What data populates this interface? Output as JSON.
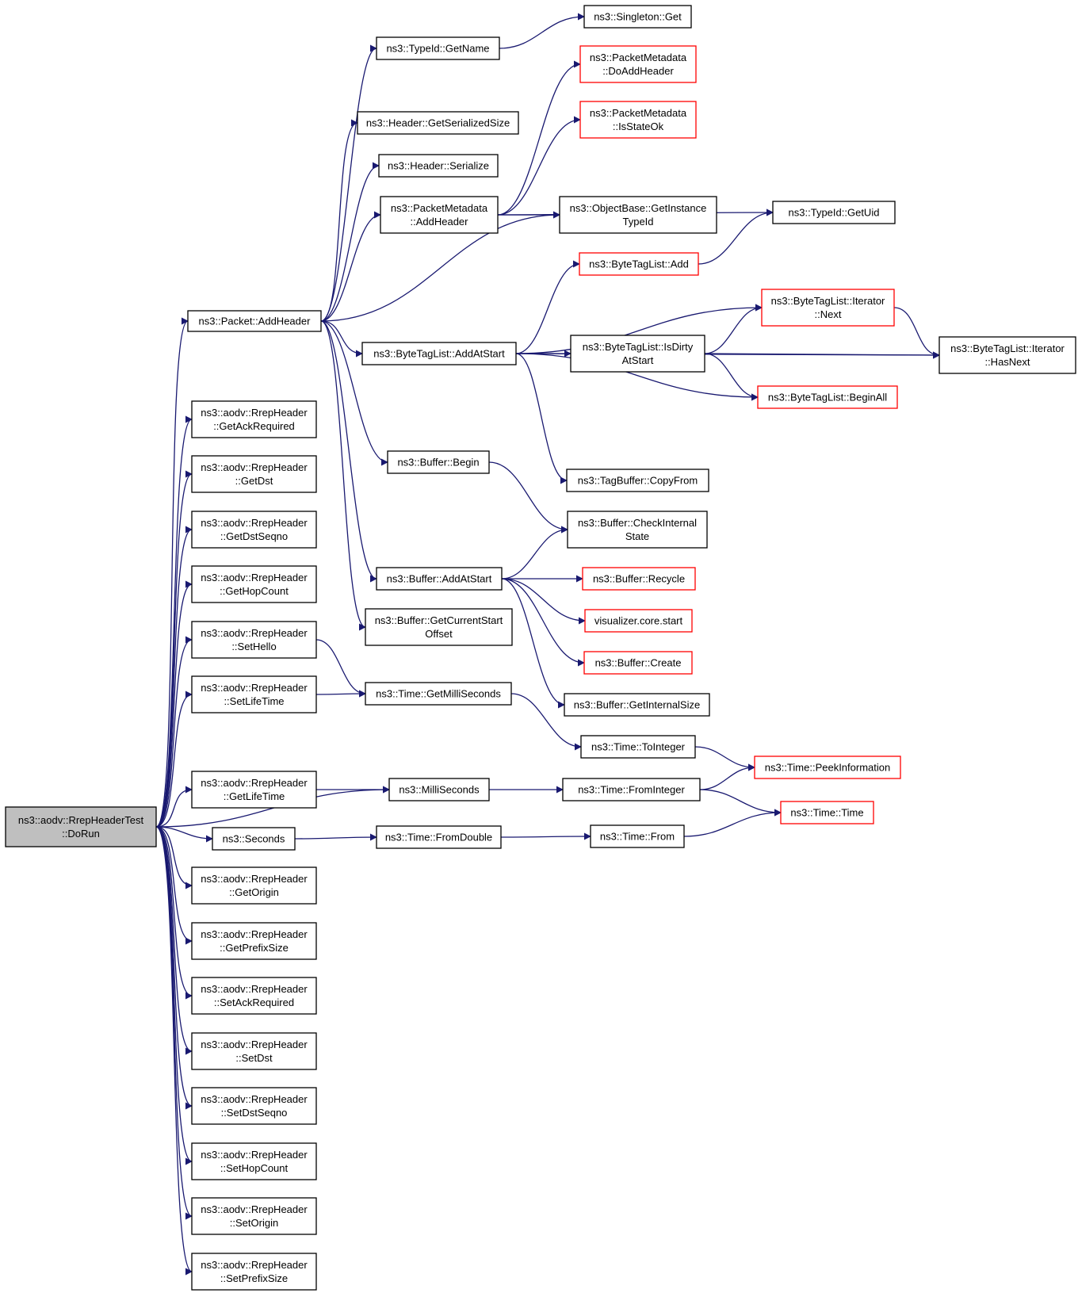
{
  "colors": {
    "edge": "#191970",
    "border_normal": "#000000",
    "border_truncated": "#ff0000",
    "fill_normal": "#ffffff",
    "fill_root": "#bfbfbf"
  },
  "nodes": [
    {
      "id": "root",
      "lines": [
        "ns3::aodv::RrepHeaderTest",
        "::DoRun"
      ],
      "style": "root"
    },
    {
      "id": "packet_addheader",
      "lines": [
        "ns3::Packet::AddHeader"
      ],
      "style": "normal"
    },
    {
      "id": "typeid_getname",
      "lines": [
        "ns3::TypeId::GetName"
      ],
      "style": "normal"
    },
    {
      "id": "singleton_get",
      "lines": [
        "ns3::Singleton::Get"
      ],
      "style": "normal"
    },
    {
      "id": "pm_doaddheader",
      "lines": [
        "ns3::PacketMetadata",
        "::DoAddHeader"
      ],
      "style": "truncated"
    },
    {
      "id": "pm_isstateok",
      "lines": [
        "ns3::PacketMetadata",
        "::IsStateOk"
      ],
      "style": "truncated"
    },
    {
      "id": "header_getsize",
      "lines": [
        "ns3::Header::GetSerializedSize"
      ],
      "style": "normal"
    },
    {
      "id": "header_serialize",
      "lines": [
        "ns3::Header::Serialize"
      ],
      "style": "normal"
    },
    {
      "id": "pm_addheader",
      "lines": [
        "ns3::PacketMetadata",
        "::AddHeader"
      ],
      "style": "normal"
    },
    {
      "id": "objectbase_getinst",
      "lines": [
        "ns3::ObjectBase::GetInstance",
        "TypeId"
      ],
      "style": "normal"
    },
    {
      "id": "typeid_getuid",
      "lines": [
        "ns3::TypeId::GetUid"
      ],
      "style": "normal"
    },
    {
      "id": "btl_add",
      "lines": [
        "ns3::ByteTagList::Add"
      ],
      "style": "truncated"
    },
    {
      "id": "btl_iter_next",
      "lines": [
        "ns3::ByteTagList::Iterator",
        "::Next"
      ],
      "style": "truncated"
    },
    {
      "id": "btl_addatstart",
      "lines": [
        "ns3::ByteTagList::AddAtStart"
      ],
      "style": "normal"
    },
    {
      "id": "btl_isdirty",
      "lines": [
        "ns3::ByteTagList::IsDirty",
        "AtStart"
      ],
      "style": "normal"
    },
    {
      "id": "btl_iter_hasnext",
      "lines": [
        "ns3::ByteTagList::Iterator",
        "::HasNext"
      ],
      "style": "normal"
    },
    {
      "id": "btl_beginall",
      "lines": [
        "ns3::ByteTagList::BeginAll"
      ],
      "style": "truncated"
    },
    {
      "id": "buffer_begin",
      "lines": [
        "ns3::Buffer::Begin"
      ],
      "style": "normal"
    },
    {
      "id": "tagbuffer_copyfrom",
      "lines": [
        "ns3::TagBuffer::CopyFrom"
      ],
      "style": "normal"
    },
    {
      "id": "buffer_checkstate",
      "lines": [
        "ns3::Buffer::CheckInternal",
        "State"
      ],
      "style": "normal"
    },
    {
      "id": "buffer_addatstart",
      "lines": [
        "ns3::Buffer::AddAtStart"
      ],
      "style": "normal"
    },
    {
      "id": "buffer_recycle",
      "lines": [
        "ns3::Buffer::Recycle"
      ],
      "style": "truncated"
    },
    {
      "id": "visualizer_start",
      "lines": [
        "visualizer.core.start"
      ],
      "style": "truncated"
    },
    {
      "id": "buffer_create",
      "lines": [
        "ns3::Buffer::Create"
      ],
      "style": "truncated"
    },
    {
      "id": "buffer_getcurstart",
      "lines": [
        "ns3::Buffer::GetCurrentStart",
        "Offset"
      ],
      "style": "normal"
    },
    {
      "id": "buffer_getinternalsize",
      "lines": [
        "ns3::Buffer::GetInternalSize"
      ],
      "style": "normal"
    },
    {
      "id": "rrep_getackrequired",
      "lines": [
        "ns3::aodv::RrepHeader",
        "::GetAckRequired"
      ],
      "style": "normal"
    },
    {
      "id": "rrep_getdst",
      "lines": [
        "ns3::aodv::RrepHeader",
        "::GetDst"
      ],
      "style": "normal"
    },
    {
      "id": "rrep_getdstseqno",
      "lines": [
        "ns3::aodv::RrepHeader",
        "::GetDstSeqno"
      ],
      "style": "normal"
    },
    {
      "id": "rrep_gethopcount",
      "lines": [
        "ns3::aodv::RrepHeader",
        "::GetHopCount"
      ],
      "style": "normal"
    },
    {
      "id": "rrep_sethello",
      "lines": [
        "ns3::aodv::RrepHeader",
        "::SetHello"
      ],
      "style": "normal"
    },
    {
      "id": "rrep_setlifetime",
      "lines": [
        "ns3::aodv::RrepHeader",
        "::SetLifeTime"
      ],
      "style": "normal"
    },
    {
      "id": "time_getms",
      "lines": [
        "ns3::Time::GetMilliSeconds"
      ],
      "style": "normal"
    },
    {
      "id": "time_tointeger",
      "lines": [
        "ns3::Time::ToInteger"
      ],
      "style": "normal"
    },
    {
      "id": "time_peekinfo",
      "lines": [
        "ns3::Time::PeekInformation"
      ],
      "style": "truncated"
    },
    {
      "id": "rrep_getlifetime",
      "lines": [
        "ns3::aodv::RrepHeader",
        "::GetLifeTime"
      ],
      "style": "normal"
    },
    {
      "id": "milliseconds",
      "lines": [
        "ns3::MilliSeconds"
      ],
      "style": "normal"
    },
    {
      "id": "time_frominteger",
      "lines": [
        "ns3::Time::FromInteger"
      ],
      "style": "normal"
    },
    {
      "id": "time_time",
      "lines": [
        "ns3::Time::Time"
      ],
      "style": "truncated"
    },
    {
      "id": "seconds",
      "lines": [
        "ns3::Seconds"
      ],
      "style": "normal"
    },
    {
      "id": "time_fromdouble",
      "lines": [
        "ns3::Time::FromDouble"
      ],
      "style": "normal"
    },
    {
      "id": "time_from",
      "lines": [
        "ns3::Time::From"
      ],
      "style": "normal"
    },
    {
      "id": "rrep_getorigin",
      "lines": [
        "ns3::aodv::RrepHeader",
        "::GetOrigin"
      ],
      "style": "normal"
    },
    {
      "id": "rrep_getprefixsize",
      "lines": [
        "ns3::aodv::RrepHeader",
        "::GetPrefixSize"
      ],
      "style": "normal"
    },
    {
      "id": "rrep_setackrequired",
      "lines": [
        "ns3::aodv::RrepHeader",
        "::SetAckRequired"
      ],
      "style": "normal"
    },
    {
      "id": "rrep_setdst",
      "lines": [
        "ns3::aodv::RrepHeader",
        "::SetDst"
      ],
      "style": "normal"
    },
    {
      "id": "rrep_setdstseqno",
      "lines": [
        "ns3::aodv::RrepHeader",
        "::SetDstSeqno"
      ],
      "style": "normal"
    },
    {
      "id": "rrep_sethopcount",
      "lines": [
        "ns3::aodv::RrepHeader",
        "::SetHopCount"
      ],
      "style": "normal"
    },
    {
      "id": "rrep_setorigin",
      "lines": [
        "ns3::aodv::RrepHeader",
        "::SetOrigin"
      ],
      "style": "normal"
    },
    {
      "id": "rrep_setprefixsize",
      "lines": [
        "ns3::aodv::RrepHeader",
        "::SetPrefixSize"
      ],
      "style": "normal"
    }
  ],
  "edges": [
    {
      "from": "root",
      "to": "packet_addheader"
    },
    {
      "from": "root",
      "to": "rrep_getackrequired"
    },
    {
      "from": "root",
      "to": "rrep_getdst"
    },
    {
      "from": "root",
      "to": "rrep_getdstseqno"
    },
    {
      "from": "root",
      "to": "rrep_gethopcount"
    },
    {
      "from": "root",
      "to": "rrep_sethello"
    },
    {
      "from": "root",
      "to": "rrep_setlifetime"
    },
    {
      "from": "root",
      "to": "milliseconds"
    },
    {
      "from": "root",
      "to": "rrep_getlifetime"
    },
    {
      "from": "root",
      "to": "seconds"
    },
    {
      "from": "root",
      "to": "rrep_getorigin"
    },
    {
      "from": "root",
      "to": "rrep_getprefixsize"
    },
    {
      "from": "root",
      "to": "rrep_setackrequired"
    },
    {
      "from": "root",
      "to": "rrep_setdst"
    },
    {
      "from": "root",
      "to": "rrep_setdstseqno"
    },
    {
      "from": "root",
      "to": "rrep_sethopcount"
    },
    {
      "from": "root",
      "to": "rrep_setorigin"
    },
    {
      "from": "root",
      "to": "rrep_setprefixsize"
    },
    {
      "from": "packet_addheader",
      "to": "typeid_getname"
    },
    {
      "from": "packet_addheader",
      "to": "header_getsize"
    },
    {
      "from": "packet_addheader",
      "to": "header_serialize"
    },
    {
      "from": "packet_addheader",
      "to": "pm_addheader"
    },
    {
      "from": "packet_addheader",
      "to": "objectbase_getinst"
    },
    {
      "from": "packet_addheader",
      "to": "btl_addatstart"
    },
    {
      "from": "packet_addheader",
      "to": "buffer_begin"
    },
    {
      "from": "packet_addheader",
      "to": "buffer_addatstart"
    },
    {
      "from": "packet_addheader",
      "to": "buffer_getcurstart"
    },
    {
      "from": "typeid_getname",
      "to": "singleton_get"
    },
    {
      "from": "pm_addheader",
      "to": "pm_doaddheader"
    },
    {
      "from": "pm_addheader",
      "to": "pm_isstateok"
    },
    {
      "from": "pm_addheader",
      "to": "objectbase_getinst"
    },
    {
      "from": "pm_addheader",
      "to": "typeid_getuid"
    },
    {
      "from": "btl_add",
      "to": "typeid_getuid"
    },
    {
      "from": "btl_addatstart",
      "to": "btl_add"
    },
    {
      "from": "btl_addatstart",
      "to": "btl_iter_next"
    },
    {
      "from": "btl_addatstart",
      "to": "btl_isdirty"
    },
    {
      "from": "btl_addatstart",
      "to": "btl_beginall"
    },
    {
      "from": "btl_addatstart",
      "to": "btl_iter_hasnext"
    },
    {
      "from": "btl_addatstart",
      "to": "tagbuffer_copyfrom"
    },
    {
      "from": "btl_isdirty",
      "to": "btl_iter_next"
    },
    {
      "from": "btl_isdirty",
      "to": "btl_iter_hasnext"
    },
    {
      "from": "btl_isdirty",
      "to": "btl_beginall"
    },
    {
      "from": "btl_iter_next",
      "to": "btl_iter_hasnext"
    },
    {
      "from": "buffer_begin",
      "to": "buffer_checkstate"
    },
    {
      "from": "buffer_addatstart",
      "to": "buffer_checkstate"
    },
    {
      "from": "buffer_addatstart",
      "to": "buffer_recycle"
    },
    {
      "from": "buffer_addatstart",
      "to": "visualizer_start"
    },
    {
      "from": "buffer_addatstart",
      "to": "buffer_create"
    },
    {
      "from": "buffer_addatstart",
      "to": "buffer_getinternalsize"
    },
    {
      "from": "rrep_sethello",
      "to": "time_getms"
    },
    {
      "from": "rrep_setlifetime",
      "to": "time_getms"
    },
    {
      "from": "time_getms",
      "to": "time_tointeger"
    },
    {
      "from": "time_tointeger",
      "to": "time_peekinfo"
    },
    {
      "from": "rrep_getlifetime",
      "to": "milliseconds"
    },
    {
      "from": "milliseconds",
      "to": "time_frominteger"
    },
    {
      "from": "time_frominteger",
      "to": "time_peekinfo"
    },
    {
      "from": "time_frominteger",
      "to": "time_time"
    },
    {
      "from": "seconds",
      "to": "time_fromdouble"
    },
    {
      "from": "time_fromdouble",
      "to": "time_from"
    },
    {
      "from": "time_from",
      "to": "time_time"
    }
  ]
}
